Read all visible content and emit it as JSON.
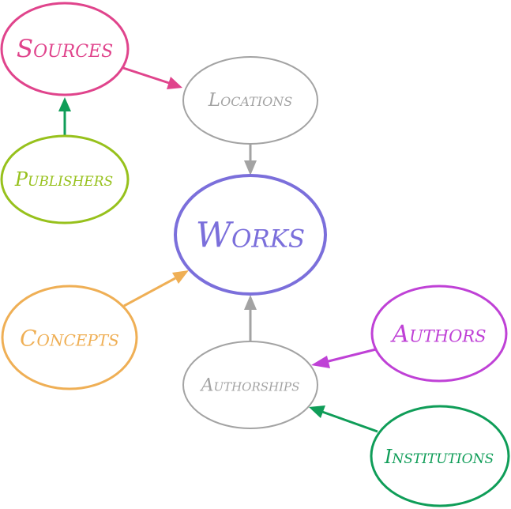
{
  "nodes": {
    "sources": {
      "label": "Sources",
      "color": "#e0448c"
    },
    "locations": {
      "label": "Locations",
      "color": "#a3a3a3"
    },
    "publishers": {
      "label": "Publishers",
      "color": "#97c11c"
    },
    "works": {
      "label": "Works",
      "color": "#7b6fdb"
    },
    "concepts": {
      "label": "Concepts",
      "color": "#efaf55"
    },
    "authors": {
      "label": "Authors",
      "color": "#bf41d6"
    },
    "authorships": {
      "label": "Authorships",
      "color": "#a3a3a3"
    },
    "institutions": {
      "label": "Institutions",
      "color": "#0f9d58"
    }
  },
  "edges": [
    {
      "from": "sources",
      "to": "locations"
    },
    {
      "from": "publishers",
      "to": "sources"
    },
    {
      "from": "locations",
      "to": "works"
    },
    {
      "from": "concepts",
      "to": "works"
    },
    {
      "from": "authorships",
      "to": "works"
    },
    {
      "from": "authors",
      "to": "authorships"
    },
    {
      "from": "institutions",
      "to": "authorships"
    }
  ]
}
